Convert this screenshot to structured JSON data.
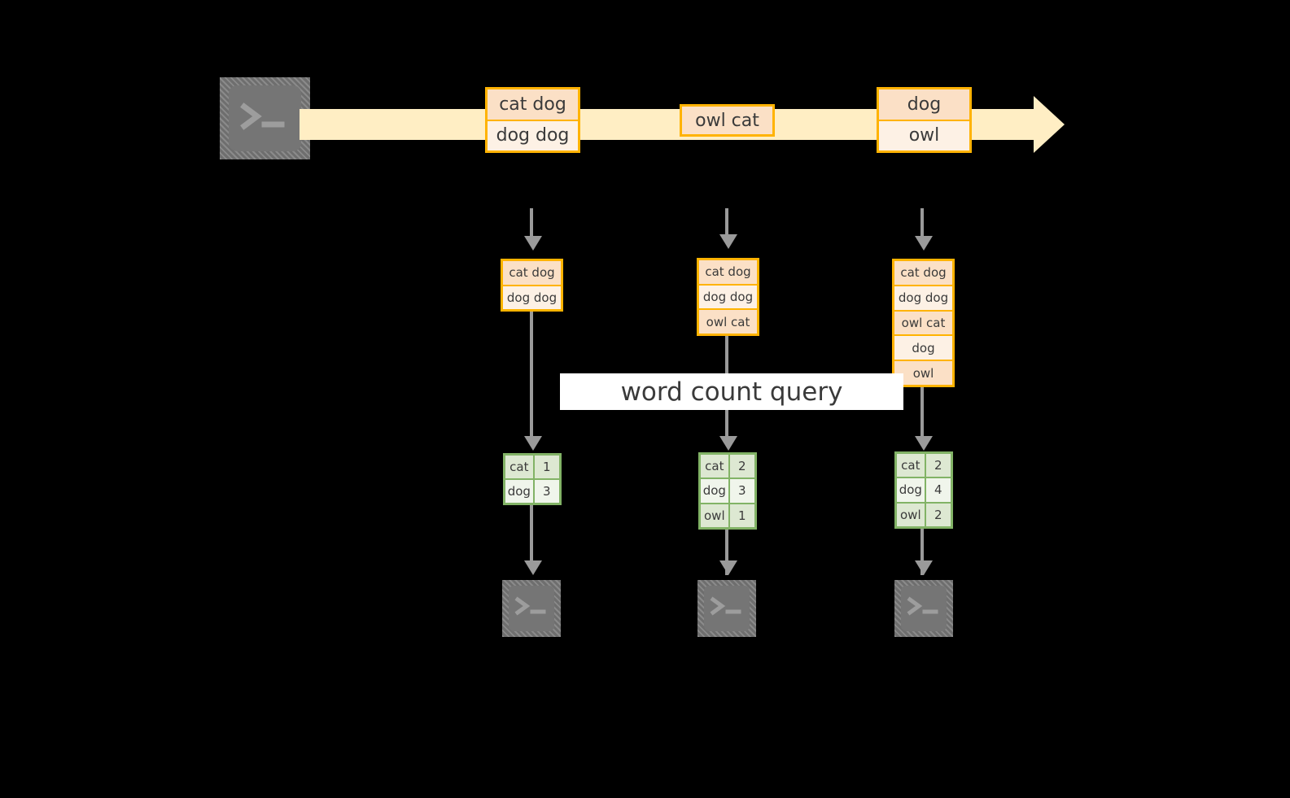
{
  "diagram": {
    "title_label": "word count query",
    "colors": {
      "stream_arrow": "#ffeec4",
      "record_border": "#ffb300",
      "record_fill_dark": "#fbe0c6",
      "record_fill_light": "#fdf1e5",
      "result_border": "#82b366",
      "result_fill_dark": "#dde8d2",
      "result_fill_light": "#f0f5eb",
      "connector": "#9a9a9a",
      "terminal_icon": "#757575",
      "background": "#000000"
    },
    "source": {
      "icon_name": "terminal-icon",
      "prompt_glyph": ">_"
    },
    "stream": {
      "name": "event-stream-arrow",
      "events": [
        {
          "id": "event-group-1",
          "lines": [
            "cat dog",
            "dog dog"
          ]
        },
        {
          "id": "event-group-2",
          "lines": [
            "owl cat"
          ]
        },
        {
          "id": "event-group-3",
          "lines": [
            "dog",
            "owl"
          ]
        }
      ]
    },
    "snapshots": [
      {
        "id": "snapshot-1",
        "records": [
          "cat dog",
          "dog dog"
        ],
        "results": [
          {
            "word": "cat",
            "count": "1"
          },
          {
            "word": "dog",
            "count": "3"
          }
        ],
        "sink_icon": "terminal-icon"
      },
      {
        "id": "snapshot-2",
        "records": [
          "cat dog",
          "dog dog",
          "owl cat"
        ],
        "results": [
          {
            "word": "cat",
            "count": "2"
          },
          {
            "word": "dog",
            "count": "3"
          },
          {
            "word": "owl",
            "count": "1"
          }
        ],
        "sink_icon": "terminal-icon"
      },
      {
        "id": "snapshot-3",
        "records": [
          "cat dog",
          "dog dog",
          "owl cat",
          "dog",
          "owl"
        ],
        "results": [
          {
            "word": "cat",
            "count": "2"
          },
          {
            "word": "dog",
            "count": "4"
          },
          {
            "word": "owl",
            "count": "2"
          }
        ],
        "sink_icon": "terminal-icon"
      }
    ]
  }
}
